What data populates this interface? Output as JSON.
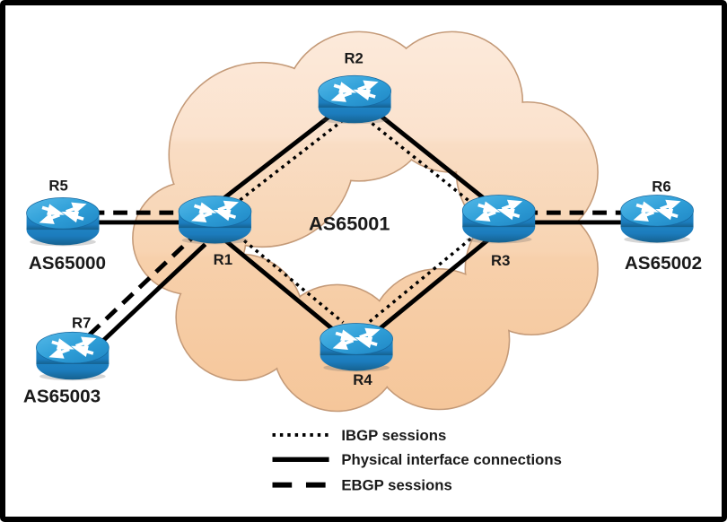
{
  "diagram": {
    "as_core": {
      "label": "AS65001"
    },
    "routers": [
      {
        "id": "R1",
        "label": "R1"
      },
      {
        "id": "R2",
        "label": "R2"
      },
      {
        "id": "R3",
        "label": "R3"
      },
      {
        "id": "R4",
        "label": "R4"
      },
      {
        "id": "R5",
        "label": "R5",
        "as": "AS65000"
      },
      {
        "id": "R6",
        "label": "R6",
        "as": "AS65002"
      },
      {
        "id": "R7",
        "label": "R7",
        "as": "AS65003"
      }
    ],
    "links": [
      {
        "from": "R5",
        "to": "R1",
        "types": [
          "ebgp",
          "physical"
        ]
      },
      {
        "from": "R7",
        "to": "R1",
        "types": [
          "ebgp",
          "physical"
        ]
      },
      {
        "from": "R1",
        "to": "R2",
        "types": [
          "physical",
          "ibgp"
        ]
      },
      {
        "from": "R2",
        "to": "R3",
        "types": [
          "physical",
          "ibgp"
        ]
      },
      {
        "from": "R1",
        "to": "R4",
        "types": [
          "physical",
          "ibgp"
        ]
      },
      {
        "from": "R4",
        "to": "R3",
        "types": [
          "physical",
          "ibgp"
        ]
      },
      {
        "from": "R3",
        "to": "R6",
        "types": [
          "ebgp",
          "physical"
        ]
      }
    ],
    "colors": {
      "cloud_top": "#fce9da",
      "cloud_bottom": "#f5c69a",
      "cloud_outline": "#c49a78",
      "router_top": "#3aa8e0",
      "router_side": "#1c7cbd",
      "line": "#000000",
      "text": "#1a1a1a"
    }
  },
  "legend": {
    "items": [
      {
        "style": "dotted",
        "label": "IBGP sessions"
      },
      {
        "style": "solid",
        "label": "Physical interface connections"
      },
      {
        "style": "dashed",
        "label": "EBGP sessions"
      }
    ]
  }
}
